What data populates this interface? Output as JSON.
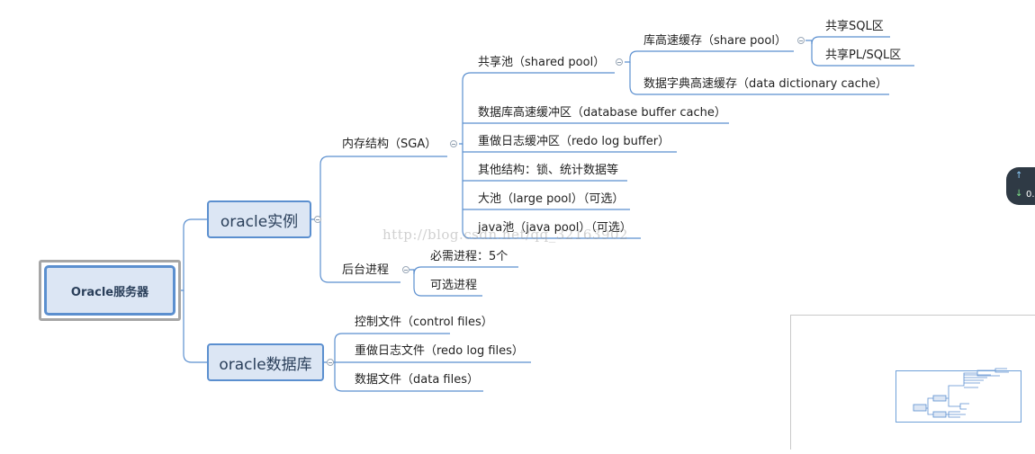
{
  "root": {
    "label": "Oracle服务器"
  },
  "instance": {
    "label": "oracle实例",
    "memory": {
      "label": "内存结构（SGA）",
      "shared_pool": {
        "label": "共享池（shared pool）",
        "library_cache": {
          "label": "库高速缓存（share pool）",
          "shared_sql": "共享SQL区",
          "shared_plsql": "共享PL/SQL区"
        },
        "dictionary_cache": "数据字典高速缓存（data dictionary cache）"
      },
      "buffer_cache": "数据库高速缓冲区（database buffer cache）",
      "redo_buffer": "重做日志缓冲区（redo log buffer）",
      "other": "其他结构：锁、统计数据等",
      "large_pool": "大池（large pool）（可选）",
      "java_pool": "java池（java pool）（可选）"
    },
    "background": {
      "label": "后台进程",
      "required": "必需进程：5个",
      "optional": "可选进程"
    }
  },
  "database": {
    "label": "oracle数据库",
    "control_files": "控制文件（control files）",
    "redo_files": "重做日志文件（redo log files）",
    "data_files": "数据文件（data files）"
  },
  "watermark": "http://blog.csdn.net/qq_32163902",
  "widget": {
    "up": "↑",
    "down": "↓",
    "value": "0."
  },
  "colors": {
    "branch": "#5b8fcf",
    "node_fill": "#dce6f4",
    "root_frame": "#a6a6a6"
  }
}
